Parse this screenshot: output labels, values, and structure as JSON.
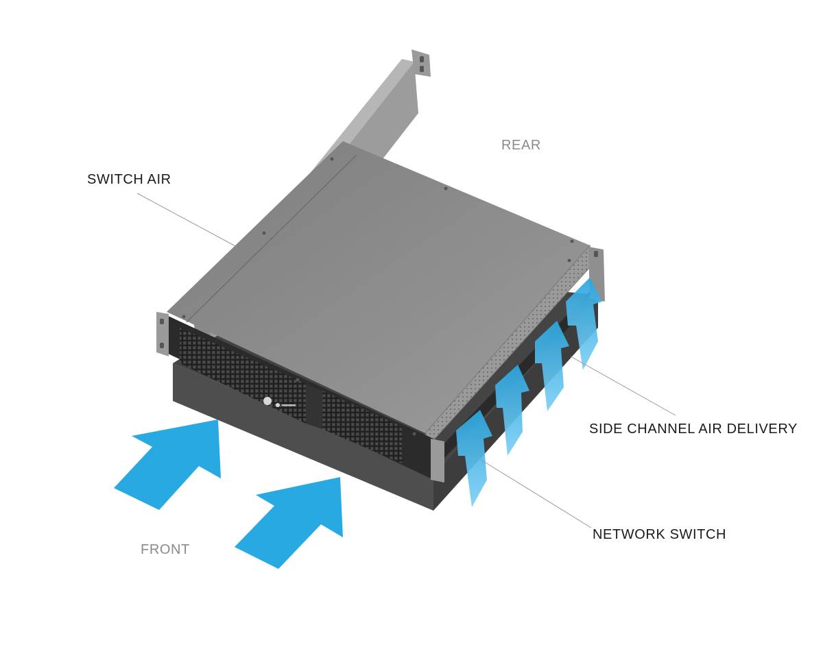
{
  "labels": {
    "rear": "REAR",
    "front": "FRONT",
    "switch_air": "SWITCH AIR",
    "side_channel": "SIDE CHANNEL AIR DELIVERY",
    "network_switch": "NETWORK SWITCH"
  },
  "colors": {
    "airflow_arrow": "#29a9e1",
    "side_arrow": "#56c0ee",
    "chassis_top": "#8c8c8c",
    "rail": "#a3a3a3",
    "bezel": "#262626",
    "switch_body": "#555555",
    "label_dark": "#1a1a1a",
    "label_grey": "#8a8a8a",
    "leader_line": "#9a9a9a"
  },
  "icons": [
    "logo-icon",
    "airflow-arrow-icon",
    "mesh-vent"
  ]
}
